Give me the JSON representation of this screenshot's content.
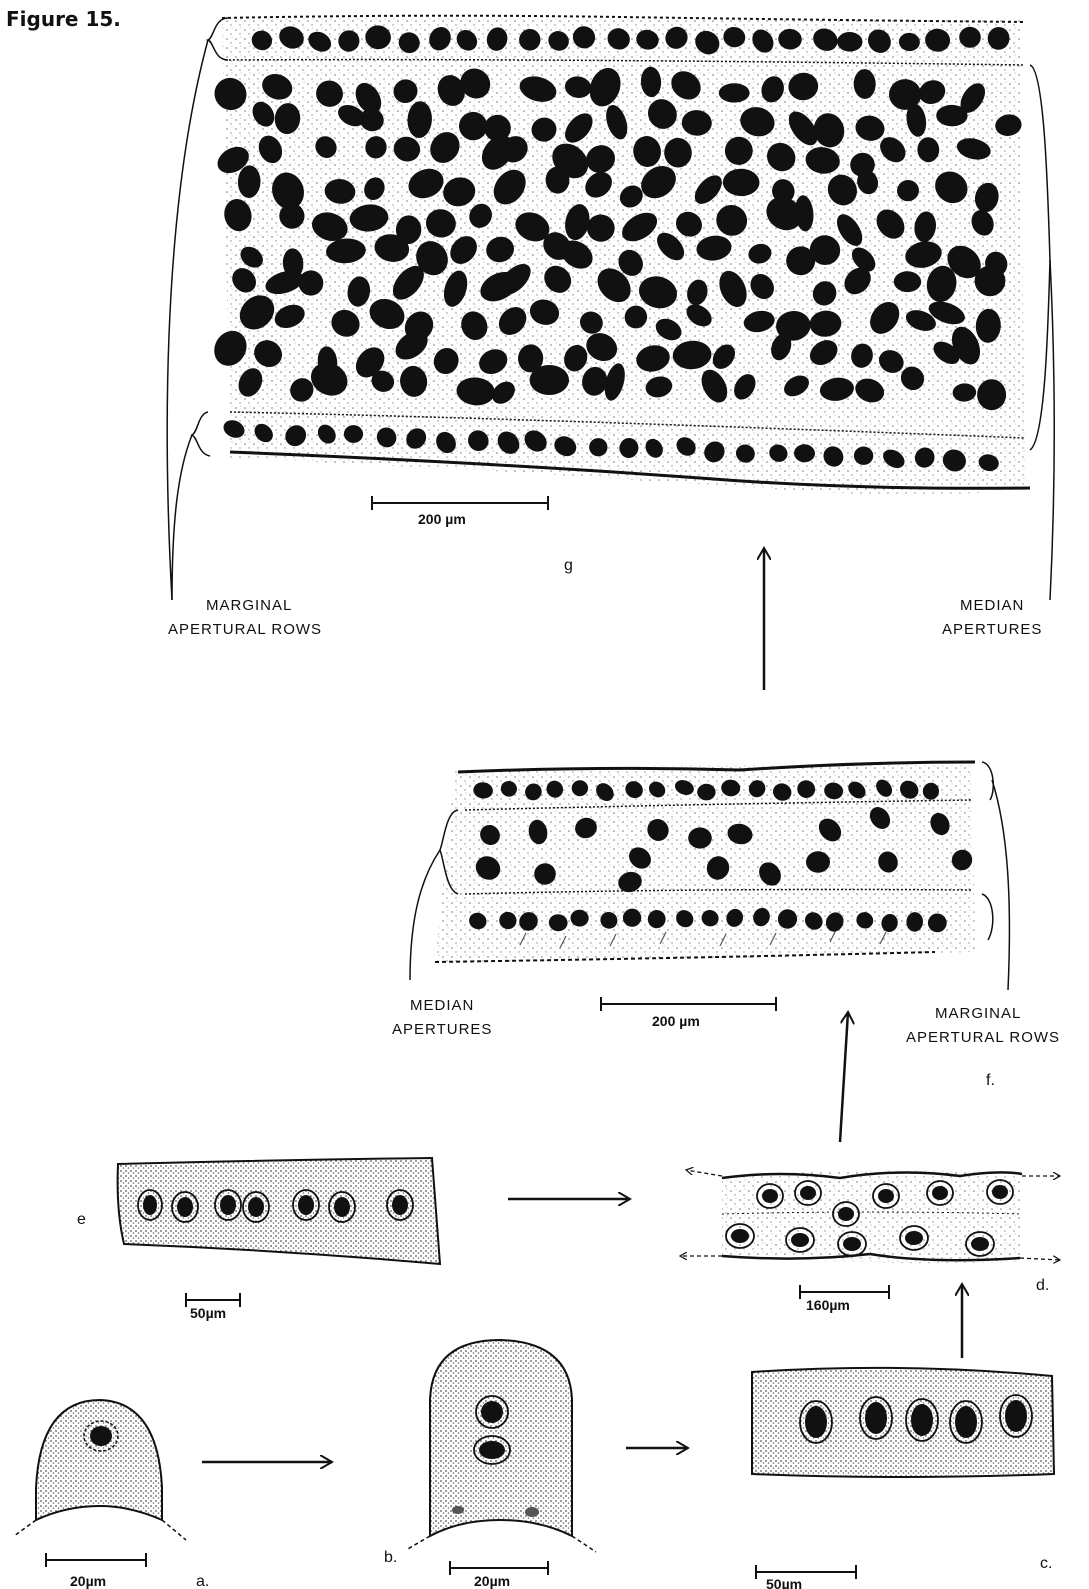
{
  "figure_title": "Figure 15.",
  "panels": {
    "g": {
      "letter": "g",
      "scale": "200 µm",
      "left_label": [
        "MARGINAL",
        "APERTURAL ROWS"
      ],
      "right_label": [
        "MEDIAN",
        "APERTURES"
      ]
    },
    "f": {
      "letter": "f.",
      "scale": "200 µm",
      "left_label": [
        "MEDIAN",
        "APERTURES"
      ],
      "right_label": [
        "MARGINAL",
        "APERTURAL ROWS"
      ]
    },
    "e": {
      "letter": "e",
      "scale": "50µm"
    },
    "d": {
      "letter": "d.",
      "scale": "160µm"
    },
    "c": {
      "letter": "c.",
      "scale": "50µm"
    },
    "b": {
      "letter": "b.",
      "scale": "20µm"
    },
    "a": {
      "letter": "a.",
      "scale": "20µm"
    }
  },
  "colors": {
    "ink": "#111111",
    "stipple": "#777777",
    "paper": "#ffffff"
  }
}
